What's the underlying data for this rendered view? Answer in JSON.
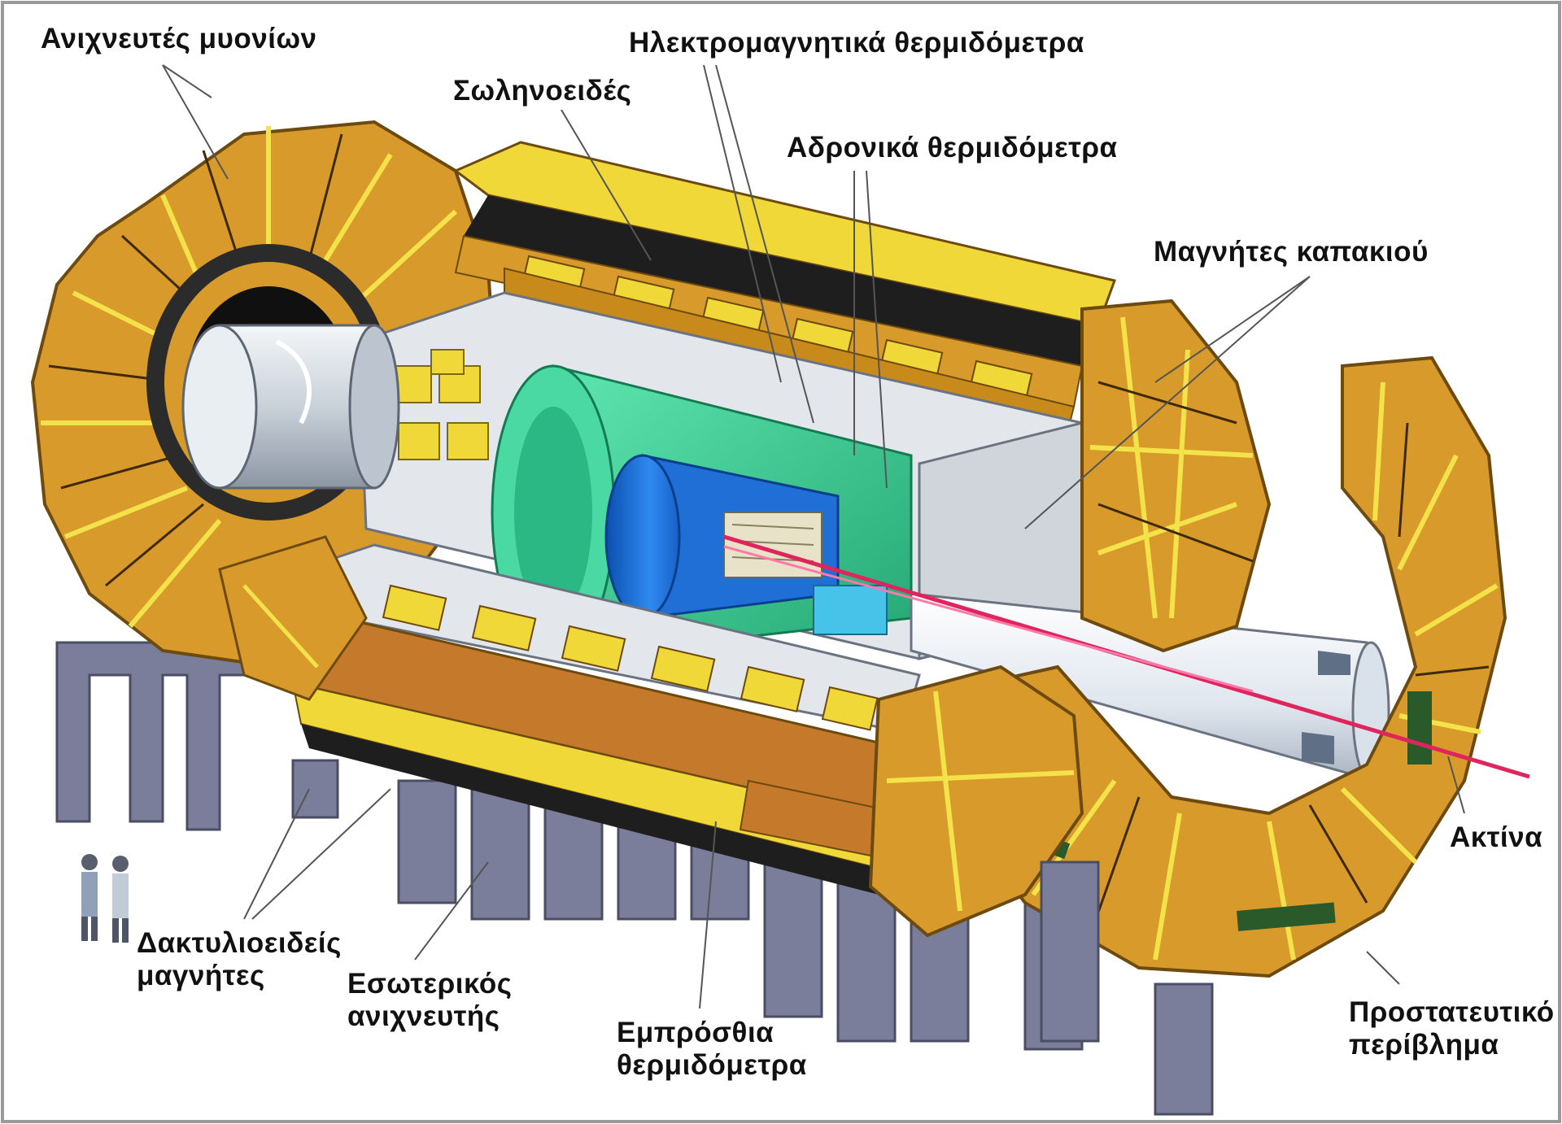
{
  "diagram": {
    "labels": {
      "muon_detectors": "Ανιχνευτές μυονίων",
      "em_calorimeters": "Ηλεκτρομαγνητικά θερμιδόμετρα",
      "solenoid": "Σωληνοειδές",
      "hadronic_calorimeters": "Αδρονικά θερμιδόμετρα",
      "endcap_magnets": "Μαγνήτες καπακιού",
      "beam": "Ακτίνα",
      "toroid_magnets": "Δακτυλιοειδείς\nμαγνήτες",
      "inner_detector": "Εσωτερικός\nανιχνευτής",
      "forward_calorimeters": "Εμπρόσθια\nθερμιδόμετρα",
      "shielding": "Προστατευτικό\nπερίβλημα"
    },
    "colors": {
      "magnet_orange": "#d89a2a",
      "magnet_shadow": "#a8701a",
      "stripe_yellow": "#f4e24a",
      "coil_yellow": "#f0d838",
      "calorimeter_green": "#3fd29a",
      "tracker_blue": "#1f6fd6",
      "cryostat_grey": "#d7dde4",
      "support_steel": "#7b7e9b",
      "beam_red": "#e0245e",
      "leader_line": "#555555"
    }
  }
}
